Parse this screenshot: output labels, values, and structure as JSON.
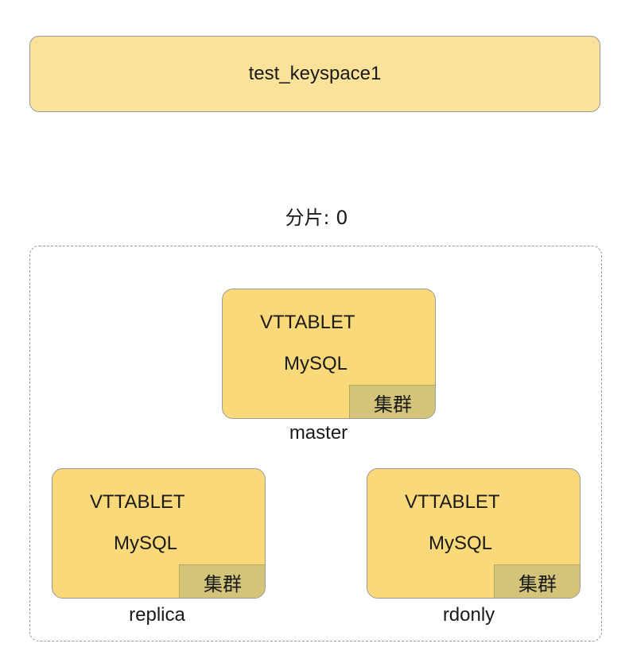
{
  "keyspace": {
    "name": "test_keyspace1"
  },
  "shard": {
    "label": "分片: 0"
  },
  "tablets": [
    {
      "process": "VTTABLET",
      "database": "MySQL",
      "cluster_badge": "集群",
      "role": "master"
    },
    {
      "process": "VTTABLET",
      "database": "MySQL",
      "cluster_badge": "集群",
      "role": "replica"
    },
    {
      "process": "VTTABLET",
      "database": "MySQL",
      "cluster_badge": "集群",
      "role": "rdonly"
    }
  ],
  "colors": {
    "keyspace_fill": "#fbe29b",
    "tablet_fill": "#fad97a",
    "cluster_fill": "#d3c47a",
    "border": "#9a9a9a"
  }
}
